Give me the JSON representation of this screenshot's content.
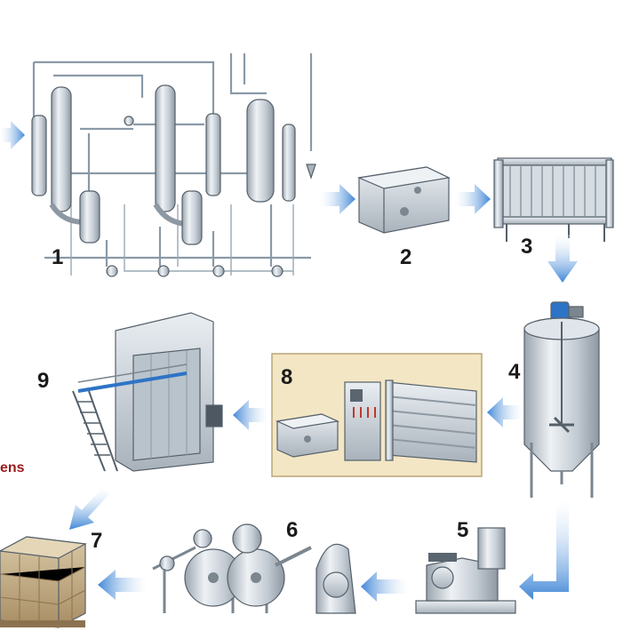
{
  "diagram": {
    "steps": {
      "s1": "1",
      "s2": "2",
      "s3": "3",
      "s4": "4",
      "s5": "5",
      "s6": "6",
      "s7": "7",
      "s8": "8",
      "s9": "9"
    },
    "edge_text": "ens"
  },
  "colors": {
    "arrow": "#4a90d9",
    "metal": "#c7ced6",
    "panel_bg": "#f3e6c4",
    "label_red": "#9b1b1b"
  }
}
